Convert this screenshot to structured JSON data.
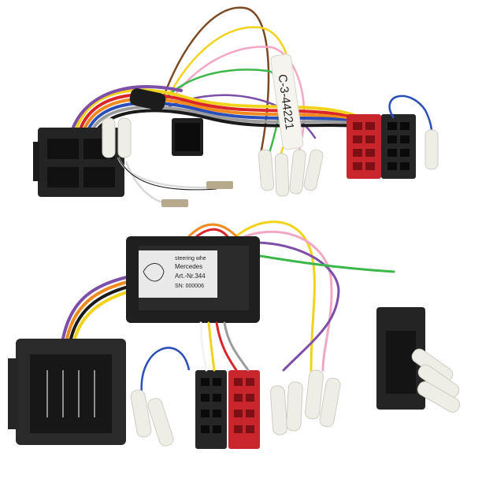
{
  "photo": {
    "sleeve_label": "C-3-44221",
    "box_label": {
      "line1": "steering whe",
      "line2": "Mercedes",
      "line3": "Art.-Nr.344",
      "line4": "SN: 000006"
    },
    "wire_colors": {
      "yellow": "#f2d31c",
      "red": "#d8262a",
      "orange": "#f08a1e",
      "green": "#3cb84a",
      "violet": "#7d4fa8",
      "pink": "#f2a7c4",
      "blue": "#2a4fb8",
      "brown": "#7a4a22",
      "white": "#f4f4f4",
      "grey": "#9c9c9c",
      "black": "#1a1a1a"
    },
    "connector_colors": {
      "black": "#262626",
      "red": "#c8252c",
      "pin_sleeve": "#efeee6"
    }
  }
}
